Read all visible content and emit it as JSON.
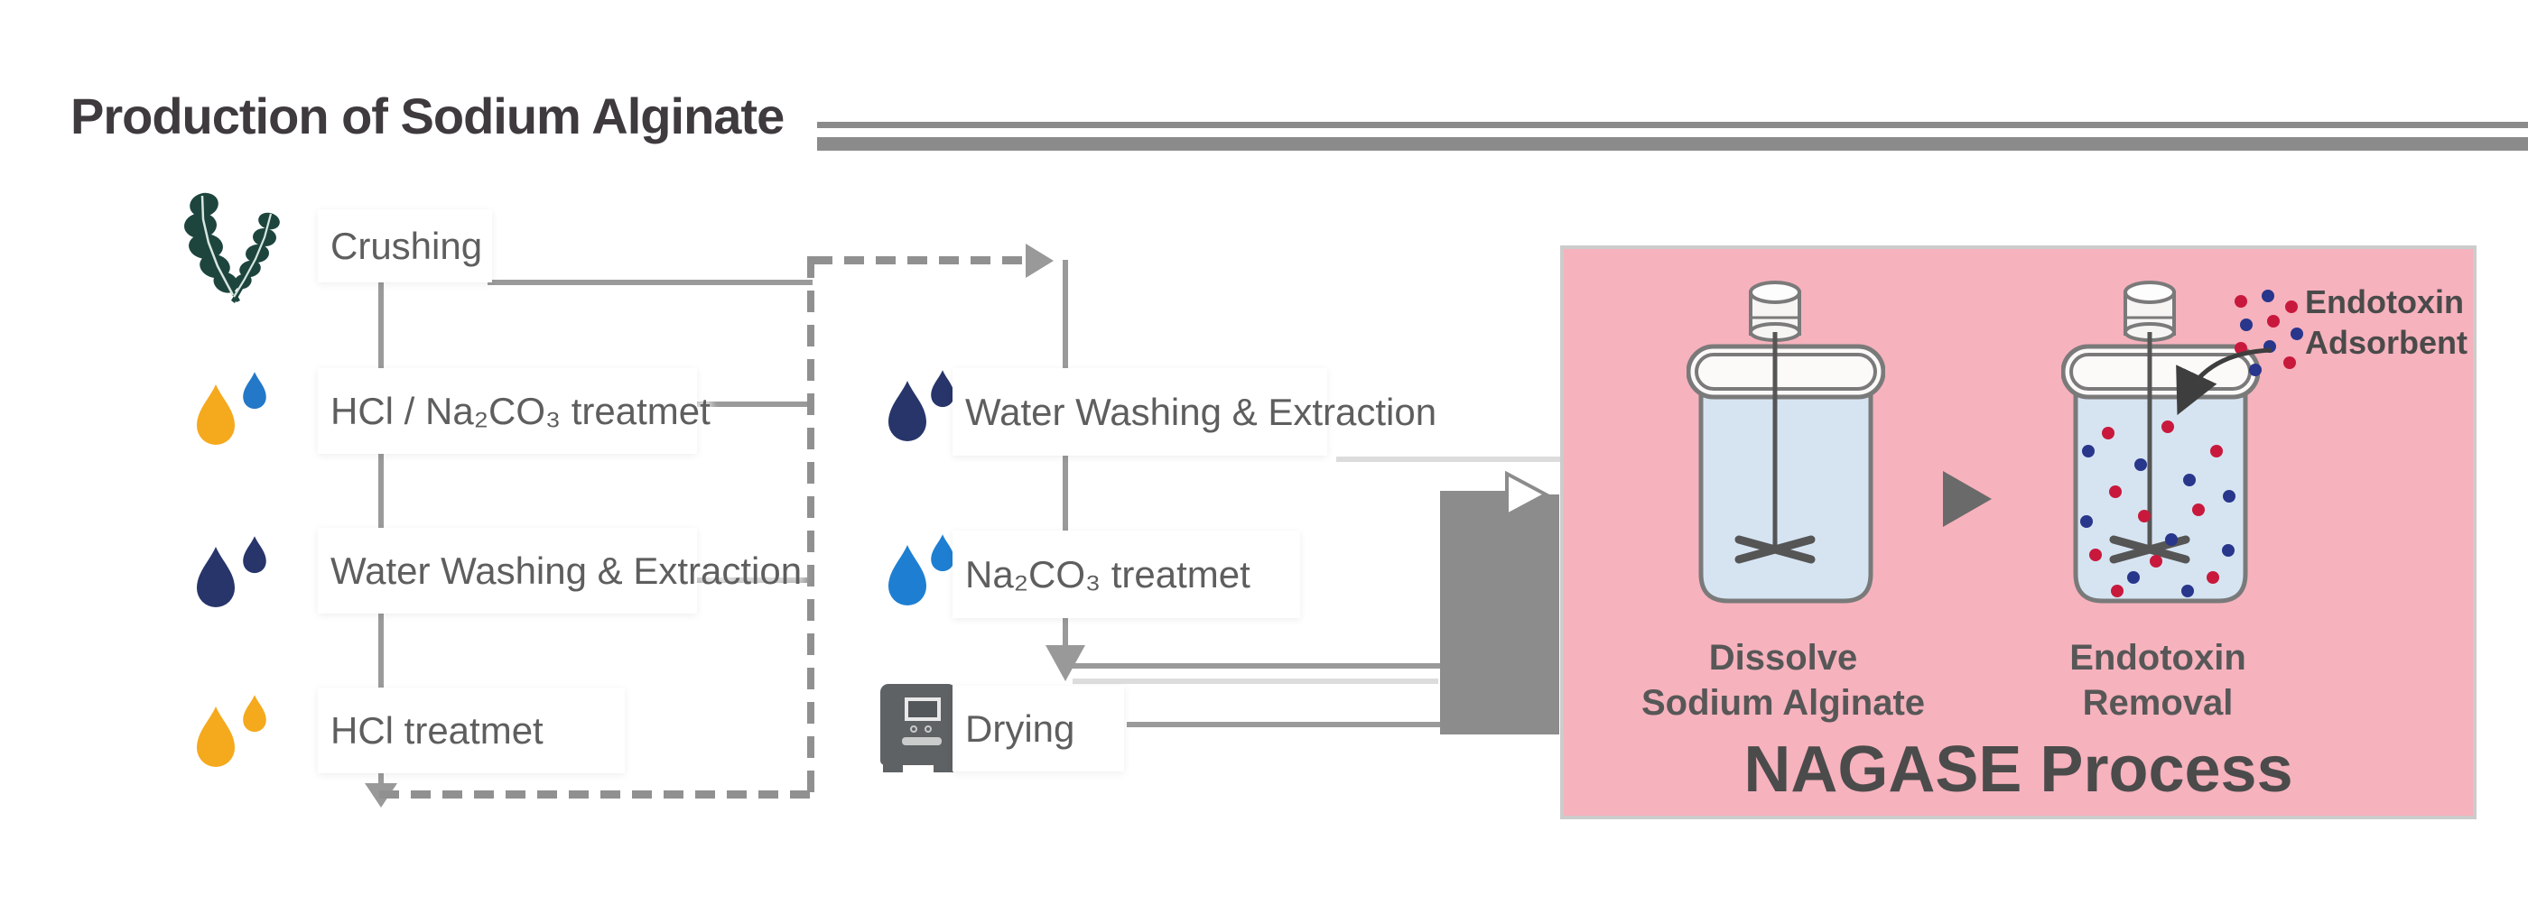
{
  "title": "Production of Sodium Alginate",
  "process_flow": {
    "column1": {
      "steps": [
        {
          "label": "Crushing",
          "icon": "seaweed-icon"
        },
        {
          "label": "HCl / Na₂CO₃ treatmet",
          "icon": "yellow-and-blue-droplet-icon"
        },
        {
          "label": "Water Washing & Extraction",
          "icon": "navy-droplet-icon"
        },
        {
          "label": "HCl treatmet",
          "icon": "yellow-droplet-icon"
        }
      ]
    },
    "column2": {
      "steps": [
        {
          "label": "Water Washing & Extraction",
          "icon": "navy-droplet-icon"
        },
        {
          "label": "Na₂CO₃ treatmet",
          "icon": "blue-droplet-icon"
        },
        {
          "label": "Drying",
          "icon": "dryer-machine-icon"
        }
      ]
    }
  },
  "nagase": {
    "panel_title": "NAGASE Process",
    "step1": {
      "line1": "Dissolve",
      "line2": "Sodium Alginate",
      "icon": "stirred-beaker-icon"
    },
    "step2": {
      "line1": "Endotoxin",
      "line2": "Removal",
      "icon": "stirred-beaker-dots-icon"
    },
    "adsorbent": {
      "line1": "Endotoxin",
      "line2": "Adsorbent",
      "icon": "adsorbent-dots-icon"
    }
  },
  "colors": {
    "panel_pink": "#f6b2bd",
    "seaweed_green": "#1d453e",
    "droplet_yellow": "#f5a91d",
    "droplet_blue": "#2478c8",
    "droplet_navy": "#28356b",
    "beaker_liquid_blue": "#d6e4f2",
    "adsorbent_dot_red": "#c8193c",
    "adsorbent_dot_navy": "#28368c",
    "connector_gray": "#9a9a9a",
    "text_gray": "#5e5e5e"
  }
}
